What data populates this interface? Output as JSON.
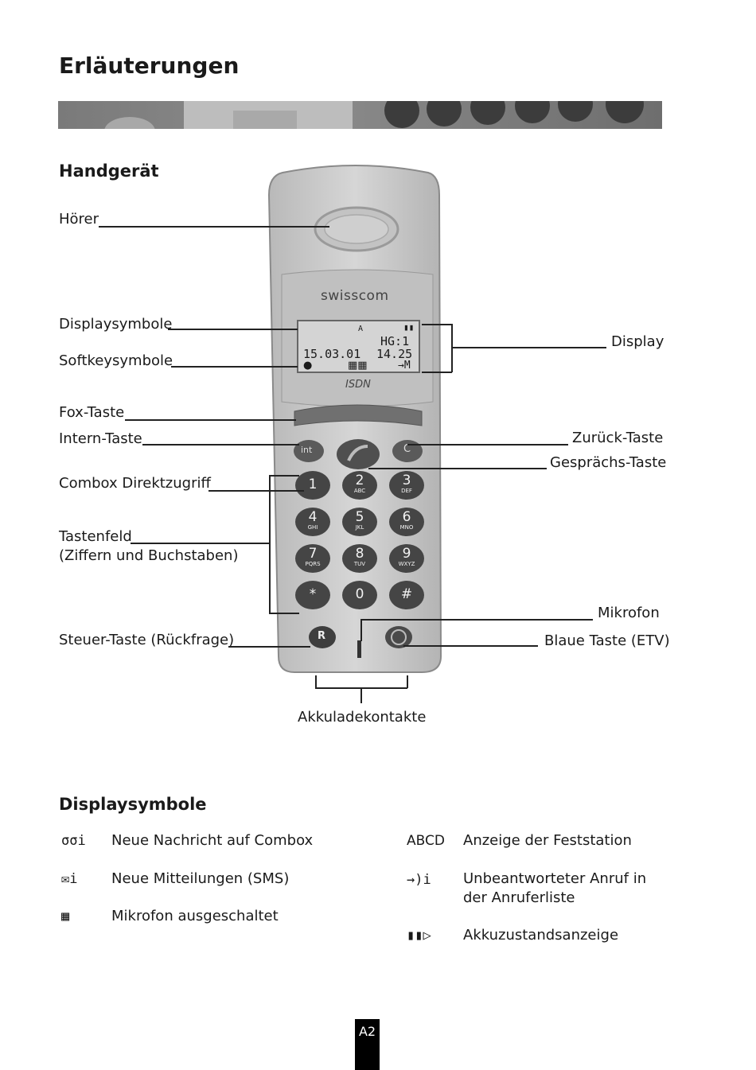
{
  "page": {
    "title": "Erläuterungen",
    "page_number": "A2"
  },
  "handset": {
    "heading": "Handgerät",
    "brand": "swisscom",
    "isdn_logo": "ISDN",
    "labels": {
      "hoerer": "Hörer",
      "displaysymbole": "Displaysymbole",
      "softkeysymbole": "Softkeysymbole",
      "display": "Display",
      "fox_taste": "Fox-Taste",
      "intern_taste": "Intern-Taste",
      "zurueck_taste": "Zurück-Taste",
      "gespraechs_taste": "Gesprächs-Taste",
      "combox": "Combox Direktzugriff",
      "tastenfeld_1": "Tastenfeld",
      "tastenfeld_2": "(Ziffern und Buchstaben)",
      "mikrofon": "Mikrofon",
      "steuer_taste": "Steuer-Taste (Rückfrage)",
      "blaue_taste": "Blaue Taste (ETV)",
      "akku": "Akkuladekontakte"
    },
    "lcd": {
      "antenna": "A",
      "hg": "HG:1",
      "date": "15.03.01",
      "time": "14.25",
      "softkey_right": "→M"
    },
    "keys": {
      "int": "int",
      "c": "C",
      "r": "R",
      "digits": [
        "1",
        "2",
        "3",
        "4",
        "5",
        "6",
        "7",
        "8",
        "9",
        "*",
        "0",
        "#"
      ],
      "letters": [
        "",
        "ABC",
        "DEF",
        "GHI",
        "JKL",
        "MNO",
        "PQRS",
        "TUV",
        "WXYZ",
        "",
        "",
        ""
      ]
    }
  },
  "symbols": {
    "heading": "Displaysymbole",
    "left": [
      {
        "icon": "voicemail-icon",
        "glyph": "σσi",
        "text": "Neue Nachricht auf Combox"
      },
      {
        "icon": "envelope-icon",
        "glyph": "✉i",
        "text": "Neue Mitteilungen (SMS)"
      },
      {
        "icon": "mic-off-icon",
        "glyph": "▦",
        "text": "Mikrofon ausgeschaltet"
      }
    ],
    "right": [
      {
        "icon": "base-station-icon",
        "glyph": "ABCD",
        "text": "Anzeige der Feststation"
      },
      {
        "icon": "missed-call-icon",
        "glyph": "→)i",
        "text_1": "Unbeantworteter Anruf in",
        "text_2": "der Anruferliste"
      },
      {
        "icon": "battery-icon",
        "glyph": "▮▮▷",
        "text": "Akkuzustandsanzeige"
      }
    ]
  },
  "colors": {
    "phone_body": "#c8c8c8",
    "key_dark": "#4a4a4a",
    "lcd": "#d4d4d4"
  }
}
